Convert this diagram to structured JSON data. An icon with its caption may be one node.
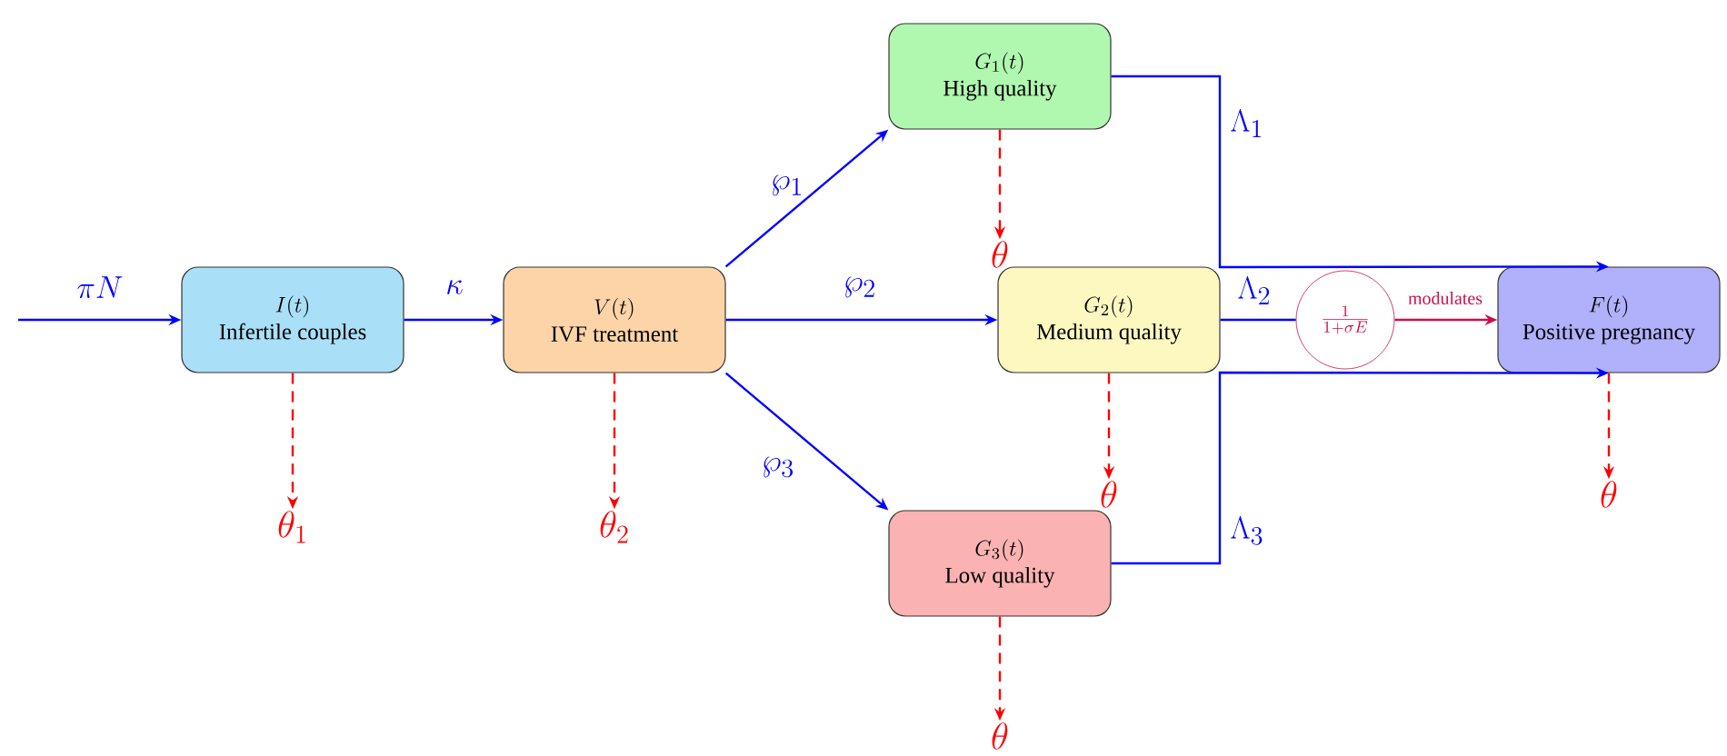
{
  "diagram": {
    "nodes": [
      {
        "text": [
          "I(t)",
          "Infertile couples"
        ]
      },
      {
        "text": [
          "V(t)",
          "IVF treatment"
        ]
      },
      {
        "text": [
          "G_1(t)",
          "High quality"
        ]
      },
      {
        "text": [
          "G_2(t)",
          "Medium quality"
        ]
      },
      {
        "text": [
          "G_3(t)",
          "Low quality"
        ]
      },
      {
        "text": [
          "F(t)",
          "Positive pregnancy"
        ]
      },
      {
        "text": [
          "\\theta_1"
        ]
      },
      {
        "text": [
          "\\theta_2"
        ]
      },
      {
        "text": [
          "\\theta"
        ]
      },
      {
        "text": [
          "\\theta"
        ]
      },
      {
        "text": [
          "\\theta"
        ]
      },
      {
        "text": [
          "\\theta"
        ]
      },
      {
        "text": [
          "\\frac{1}{1+\\sigma E}"
        ]
      }
    ],
    "edges": [
      {
        "from": null,
        "to": 0,
        "arrow": "to",
        "label": "\\pi N"
      },
      {
        "from": 0,
        "to": 1,
        "arrow": "to",
        "label": "\\kappa"
      },
      {
        "from": 1,
        "to": 2,
        "arrow": "to",
        "label": "\\wp_1"
      },
      {
        "from": 1,
        "to": 3,
        "arrow": "to",
        "label": "\\wp_2"
      },
      {
        "from": 1,
        "to": 4,
        "arrow": "to",
        "label": "\\wp_3"
      },
      {
        "from": 2,
        "to": 5,
        "arrow": "to",
        "label": "\\Lambda_1"
      },
      {
        "from": 3,
        "to": 12,
        "arrow": "none",
        "label": "\\Lambda_2"
      },
      {
        "from": 4,
        "to": 5,
        "arrow": "to",
        "label": "\\Lambda_3"
      },
      {
        "from": 0,
        "to": 6,
        "arrow": "to",
        "style": "dashed",
        "color": "#ff0000"
      },
      {
        "from": 1,
        "to": 7,
        "arrow": "to",
        "style": "dashed",
        "color": "#ff0000"
      },
      {
        "from": 2,
        "to": 8,
        "arrow": "to",
        "style": "dashed",
        "color": "#ff0000"
      },
      {
        "from": 3,
        "to": 9,
        "arrow": "to",
        "style": "dashed",
        "color": "#ff0000"
      },
      {
        "from": 4,
        "to": 10,
        "arrow": "to",
        "style": "dashed",
        "color": "#ff0000"
      },
      {
        "from": 5,
        "to": 11,
        "arrow": "to",
        "style": "dashed",
        "color": "#ff0000"
      },
      {
        "from": 12,
        "to": 5,
        "arrow": "to",
        "label": "modulates",
        "color": "#c8104a"
      }
    ]
  }
}
